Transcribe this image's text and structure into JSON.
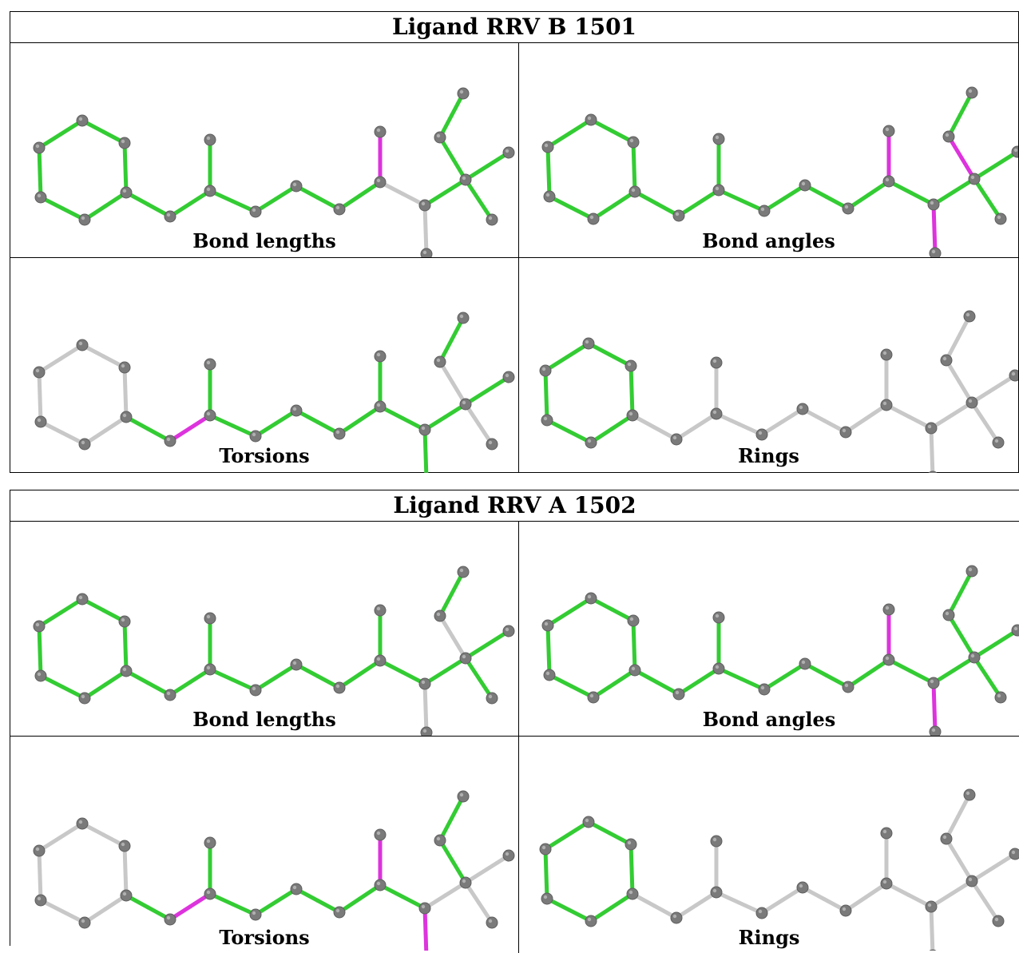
{
  "colors": {
    "ok": "#33cc33",
    "outlier": "#dd33dd",
    "unchecked": "#c8c8c8",
    "atom": "#7a7a7a"
  },
  "ligands": [
    {
      "title": "Ligand RRV B 1501",
      "panels": [
        {
          "caption": "Bond lengths",
          "bonds": [
            "g",
            "g",
            "g",
            "g",
            "g",
            "g",
            "g",
            "g",
            "g",
            "g",
            "g",
            "g",
            "g",
            "m",
            "w",
            "w",
            "g",
            "g",
            "g",
            "g",
            "g"
          ]
        },
        {
          "caption": "Bond angles",
          "bonds": [
            "g",
            "g",
            "g",
            "g",
            "g",
            "g",
            "g",
            "g",
            "g",
            "g",
            "g",
            "g",
            "g",
            "m",
            "g",
            "m",
            "g",
            "m",
            "g",
            "g",
            "g"
          ]
        },
        {
          "caption": "Torsions",
          "bonds": [
            "w",
            "w",
            "w",
            "w",
            "w",
            "w",
            "g",
            "m",
            "g",
            "g",
            "g",
            "g",
            "g",
            "g",
            "g",
            "g",
            "g",
            "w",
            "g",
            "g",
            "w"
          ]
        },
        {
          "caption": "Rings",
          "bonds": [
            "g",
            "g",
            "g",
            "g",
            "g",
            "g",
            "w",
            "w",
            "w",
            "w",
            "w",
            "w",
            "w",
            "w",
            "w",
            "w",
            "w",
            "w",
            "w",
            "w",
            "w"
          ]
        }
      ]
    },
    {
      "title": "Ligand RRV A 1502",
      "panels": [
        {
          "caption": "Bond lengths",
          "bonds": [
            "g",
            "g",
            "g",
            "g",
            "g",
            "g",
            "g",
            "g",
            "g",
            "g",
            "g",
            "g",
            "g",
            "g",
            "g",
            "w",
            "g",
            "w",
            "g",
            "g",
            "g"
          ]
        },
        {
          "caption": "Bond angles",
          "bonds": [
            "g",
            "g",
            "g",
            "g",
            "g",
            "g",
            "g",
            "g",
            "g",
            "g",
            "g",
            "g",
            "g",
            "m",
            "g",
            "m",
            "g",
            "g",
            "g",
            "g",
            "g"
          ]
        },
        {
          "caption": "Torsions",
          "bonds": [
            "w",
            "w",
            "w",
            "w",
            "w",
            "w",
            "g",
            "m",
            "g",
            "g",
            "g",
            "g",
            "g",
            "m",
            "g",
            "m",
            "w",
            "g",
            "g",
            "w",
            "w"
          ]
        },
        {
          "caption": "Rings",
          "bonds": [
            "g",
            "g",
            "g",
            "g",
            "g",
            "g",
            "w",
            "w",
            "w",
            "w",
            "w",
            "w",
            "w",
            "w",
            "w",
            "w",
            "w",
            "w",
            "w",
            "w",
            "w"
          ]
        }
      ]
    }
  ]
}
